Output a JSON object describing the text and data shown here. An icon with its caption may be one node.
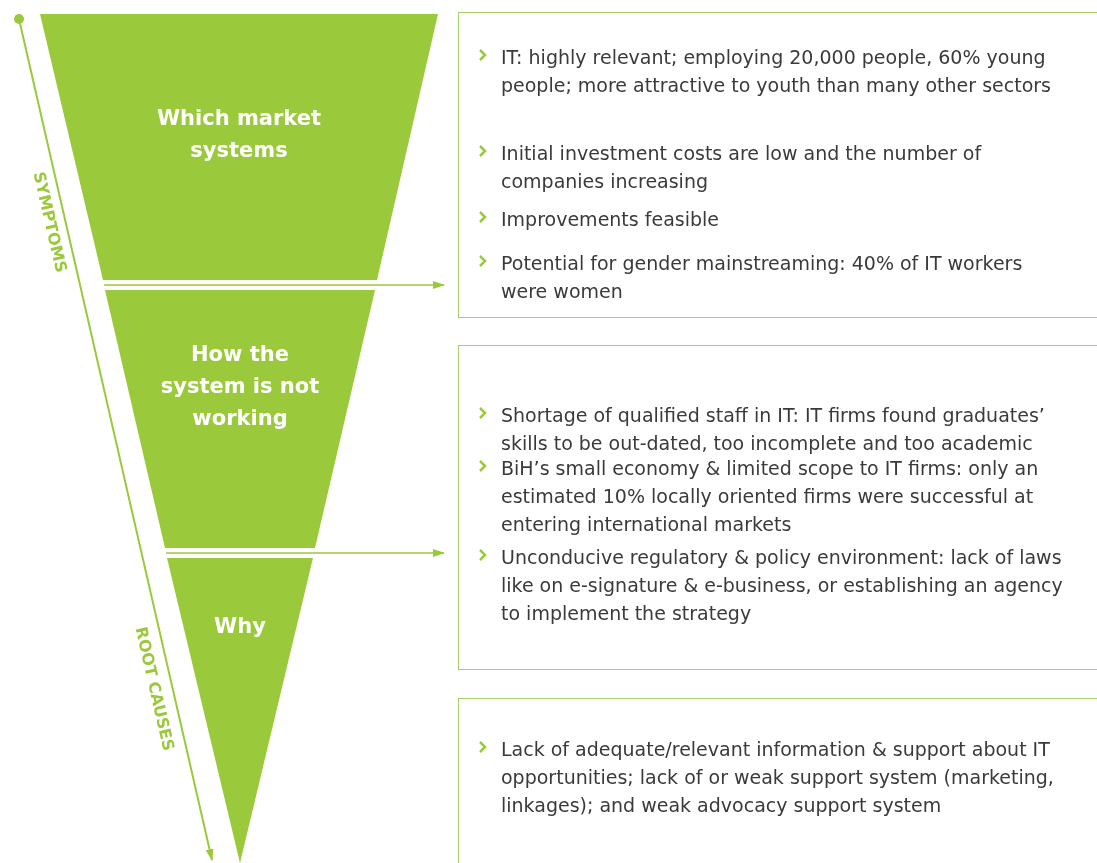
{
  "diagram": {
    "nodes": [
      {
        "text": [
          "Which market systems"
        ]
      },
      {
        "text": [
          "How the system is not working"
        ]
      },
      {
        "text": [
          "Why"
        ]
      },
      {
        "text": [
          "IT: highly relevant; employing 20,000 people, 60% young people; more attractive to youth than many other sectors",
          "Initial investment costs are low and the number of companies increasing",
          "Improvements feasible",
          "Potential for gender mainstreaming:  40% of IT workers were women"
        ]
      },
      {
        "text": [
          "Shortage of qualified staff in IT: IT firms found graduates’ skills to be out-dated, too incomplete and too academic",
          "BiH’s small economy & limited scope to IT firms: only an estimated 10% locally oriented firms were successful at entering international markets",
          "Unconducive regulatory & policy environment: lack of laws like on e-signature & e-business, or establishing an agency to implement the strategy"
        ]
      },
      {
        "text": [
          "Lack of adequate/relevant information & support about IT opportunities; lack of or weak support system (marketing, linkages); and  weak advocacy support system"
        ]
      }
    ],
    "edges": [
      {
        "from": 0,
        "to": 3,
        "arrow": "to"
      },
      {
        "from": 1,
        "to": 4,
        "arrow": "to"
      }
    ],
    "labels": [
      "SYMPTOMS",
      "ROOT CAUSES"
    ]
  }
}
